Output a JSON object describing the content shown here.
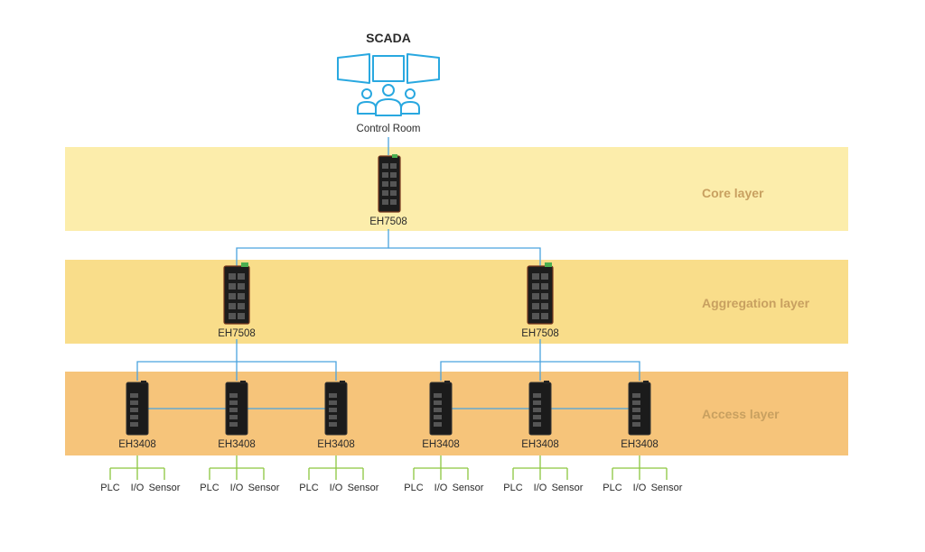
{
  "title": "SCADA",
  "control_room_label": "Control Room",
  "layers": {
    "core": "Core layer",
    "aggregation": "Aggregation layer",
    "access": "Access layer"
  },
  "core_switch": "EH7508",
  "aggregation_switches": [
    "EH7508",
    "EH7508"
  ],
  "access_switches": [
    "EH3408",
    "EH3408",
    "EH3408",
    "EH3408",
    "EH3408",
    "EH3408"
  ],
  "endpoints": [
    "PLC",
    "I/O",
    "Sensor"
  ],
  "colors": {
    "link": "#4aa3df",
    "endpoint_link": "#8cc63f",
    "core_band": "#fcedab",
    "aggregation_band": "#f9dd8a",
    "access_band": "#f6c47a",
    "layer_label": "#c8a060",
    "icon": "#29a8e0"
  },
  "icons": [
    "monitor-icon",
    "operator-icon",
    "switch-icon"
  ]
}
